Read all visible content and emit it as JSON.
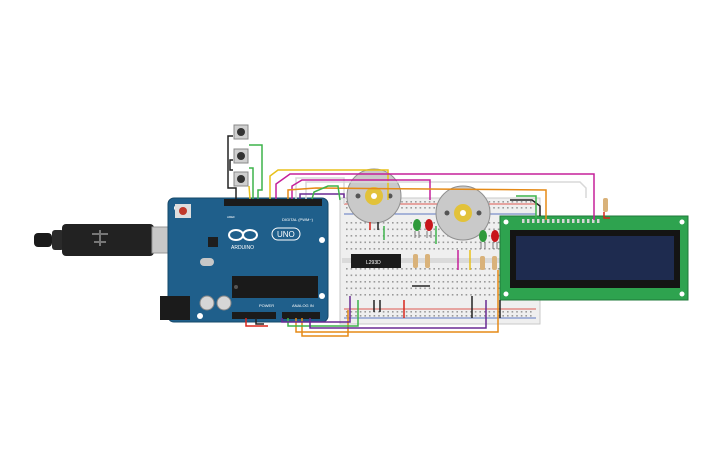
{
  "arduino": {
    "brand": "ARDUINO",
    "model": "UNO",
    "digital_label": "DIGITAL (PWM~)",
    "power_label": "POWER",
    "analog_label": "ANALOG IN",
    "aref_label": "AREF",
    "gnd_label": "GND"
  },
  "driver_chip": {
    "label": "L293D"
  },
  "colors": {
    "board": "#1f5f8b",
    "breadboard": "#efefef",
    "lcd_body": "#2ea34f",
    "lcd_screen": "#1e2b4f",
    "wire_yellow": "#e8c11b",
    "wire_green": "#3db34a",
    "wire_magenta": "#c5209a",
    "wire_orange": "#e58a17",
    "wire_purple": "#6a2a93",
    "wire_black": "#222222",
    "wire_red": "#d9261c",
    "wire_white": "#d8d8d8",
    "led_red": "#c8161b",
    "led_green": "#2f9a3a"
  },
  "components": [
    "usb-cable",
    "arduino-uno",
    "push-button",
    "dc-motor",
    "l293d-driver",
    "red-led",
    "green-led",
    "resistor",
    "breadboard",
    "lcd-16x2"
  ]
}
